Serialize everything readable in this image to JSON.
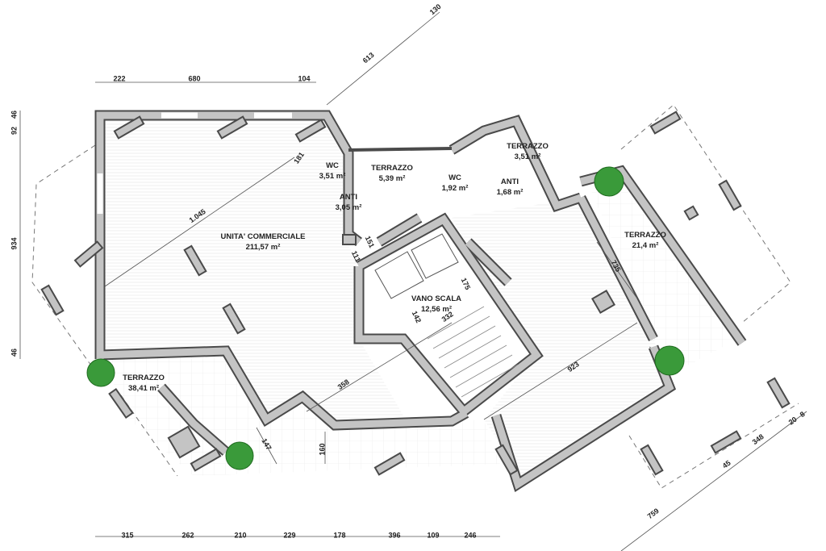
{
  "colors": {
    "wall_fill": "#c4c4c4",
    "wall_outline": "#4a4a4a",
    "plant": "#3a9a3a",
    "dim_line": "#555555"
  },
  "rooms": {
    "commerciale": {
      "name": "UNITA' COMMERCIALE",
      "area": "211,57 m²"
    },
    "wc1": {
      "name": "WC",
      "area": "3,51 m²"
    },
    "anti1": {
      "name": "ANTI",
      "area": "3,05 m²"
    },
    "terrazzo1": {
      "name": "TERRAZZO",
      "area": "5,39 m²"
    },
    "wc2": {
      "name": "WC",
      "area": "1,92 m²"
    },
    "terrazzo2": {
      "name": "TERRAZZO",
      "area": "3,51 m²"
    },
    "anti2": {
      "name": "ANTI",
      "area": "1,68 m²"
    },
    "terrazzo3": {
      "name": "TERRAZZO",
      "area": "21,4 m²"
    },
    "vano_scala": {
      "name": "VANO SCALA",
      "area": "12,56 m²"
    },
    "terrazzo4": {
      "name": "TERRAZZO",
      "area": "38,41 m²"
    }
  },
  "dimensions": {
    "top": [
      "222",
      "680",
      "104"
    ],
    "top_diagonal": [
      "613",
      "130"
    ],
    "left": [
      "46",
      "92",
      "934",
      "46"
    ],
    "bottom": [
      "315",
      "262",
      "210",
      "229",
      "178",
      "396",
      "109",
      "246"
    ],
    "bottom_right": [
      "759",
      "45",
      "348",
      "20",
      "8"
    ],
    "interior": {
      "d1045": "1.045",
      "d181": "181",
      "d151": "151",
      "d111": "111",
      "d175": "175",
      "d142": "142",
      "d332": "332",
      "d735": "735",
      "d923": "923",
      "d358": "358",
      "d147": "147",
      "d160": "160"
    }
  }
}
